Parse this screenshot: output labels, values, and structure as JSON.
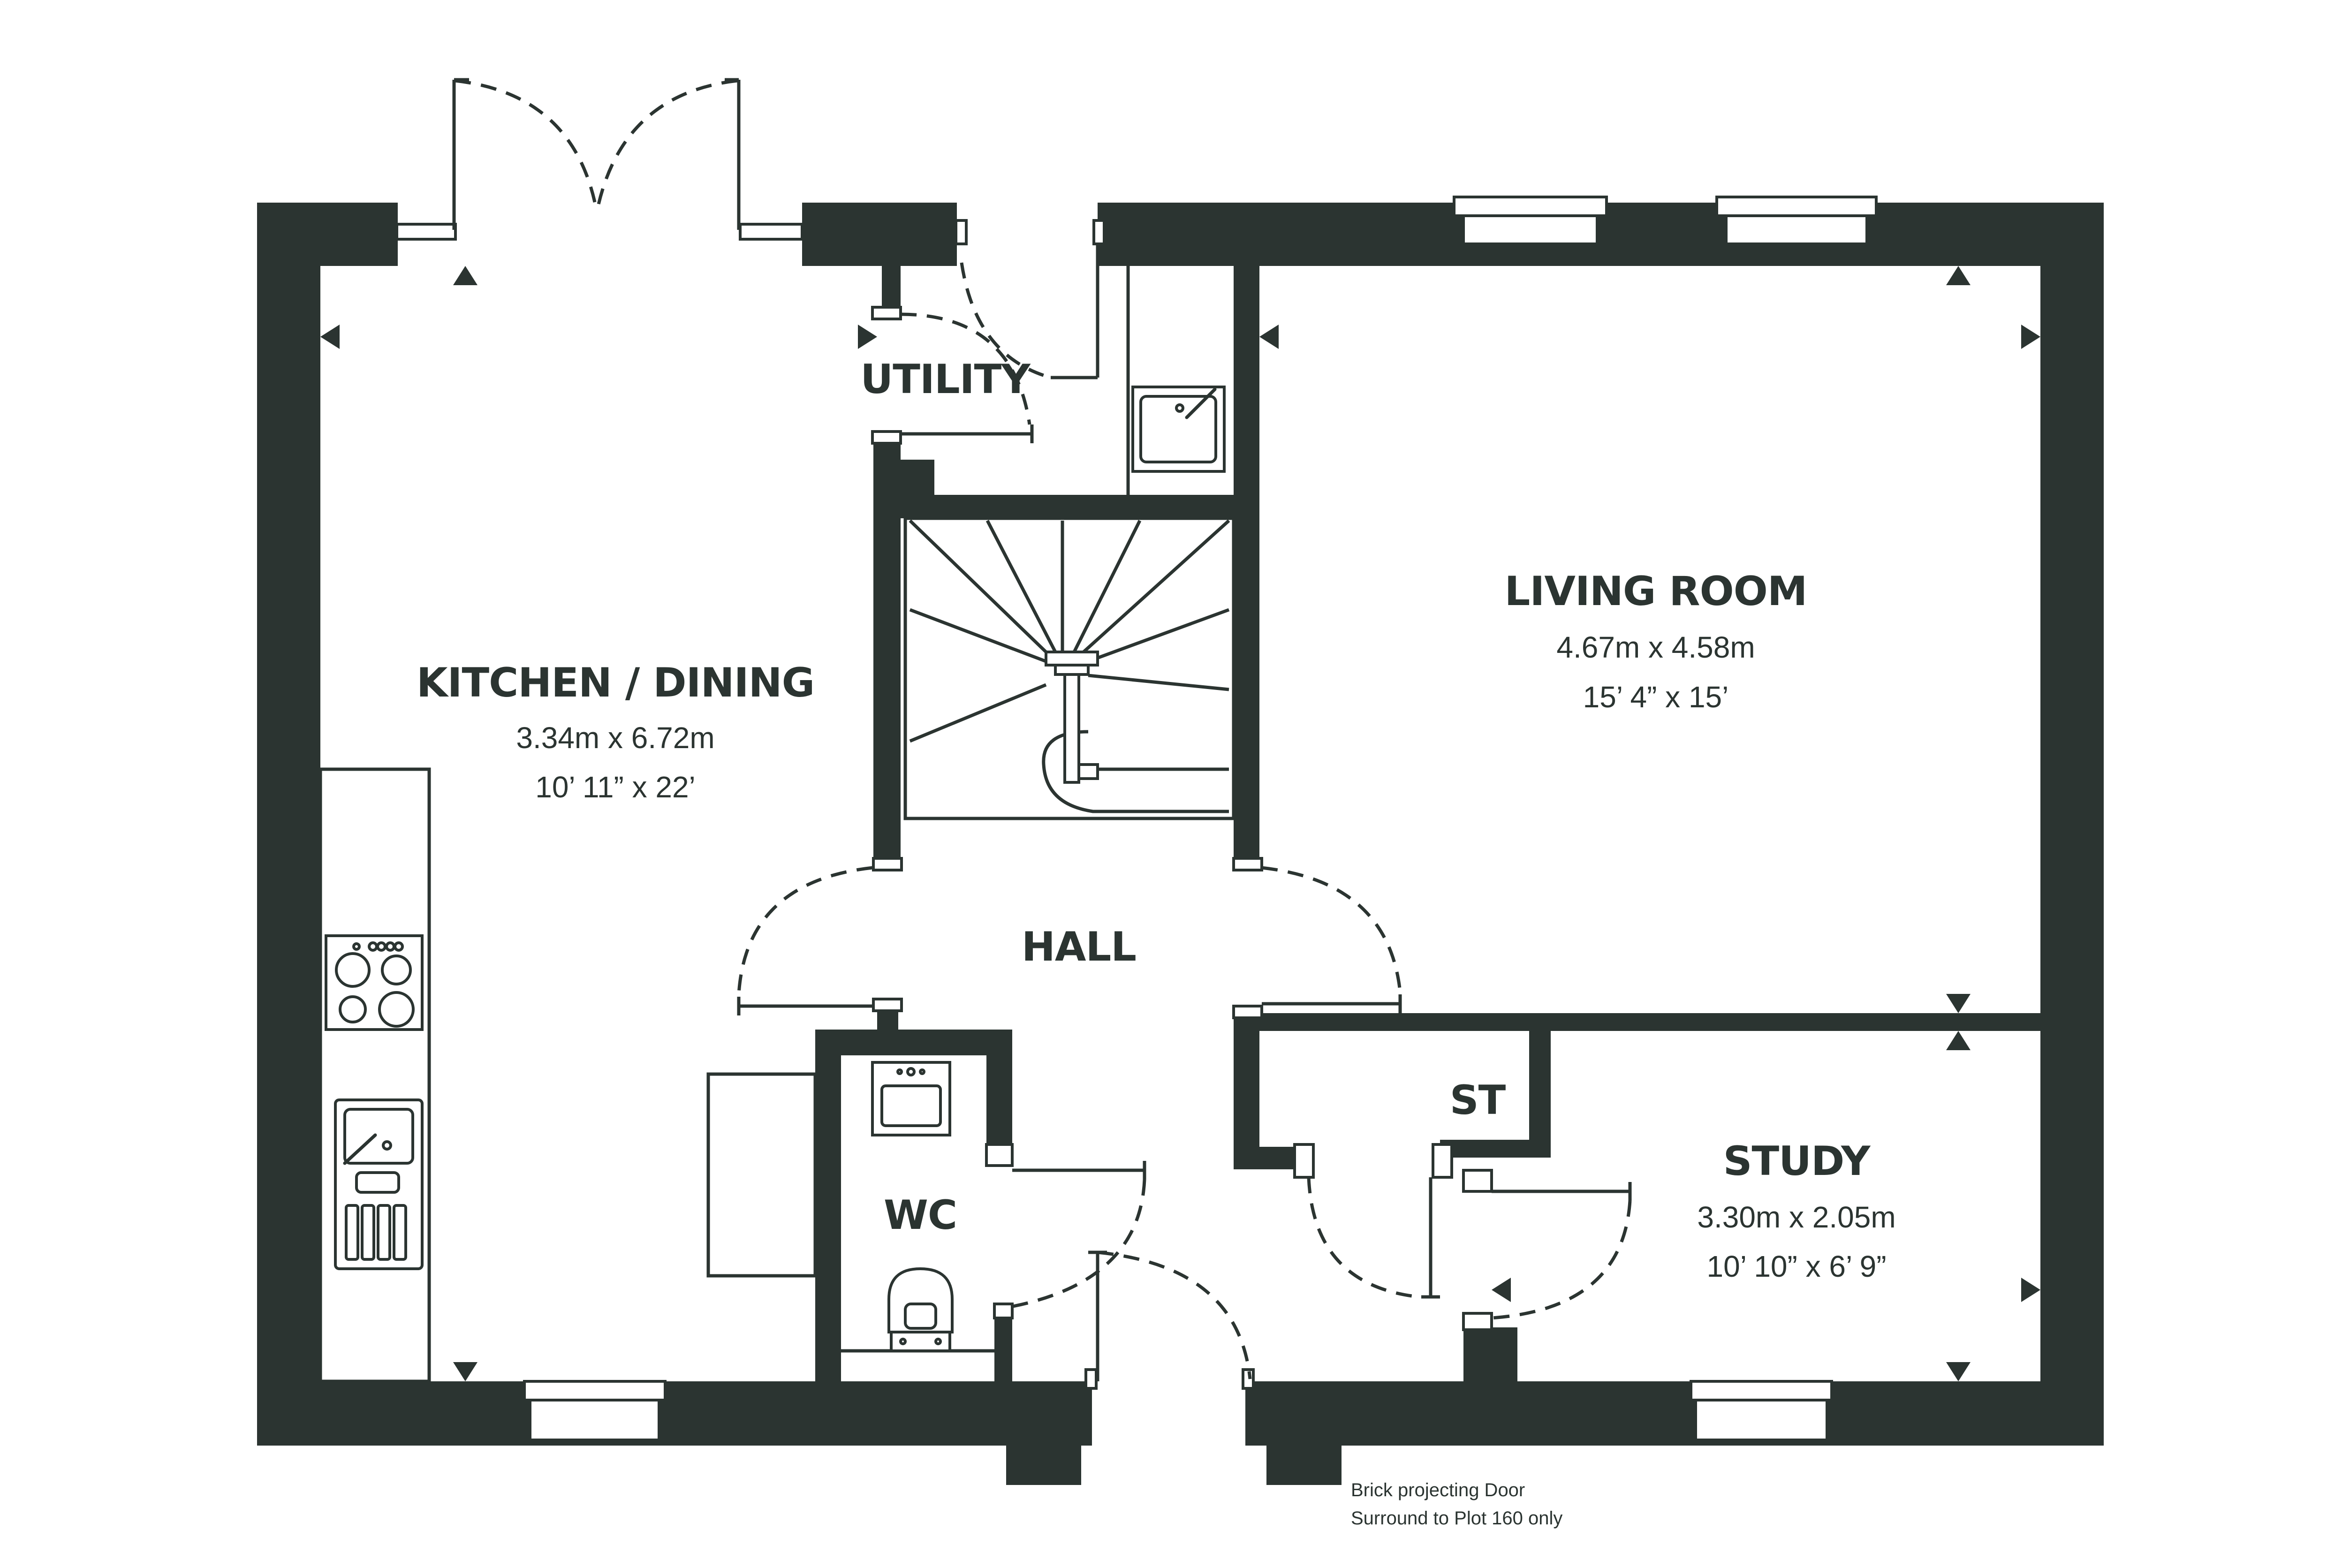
{
  "rooms": {
    "kitchen": {
      "name": "KITCHEN / DINING",
      "metric": "3.34m x 6.72m",
      "imperial": "10’ 11” x 22’"
    },
    "utility": {
      "name": "UTILITY"
    },
    "living": {
      "name": "LIVING ROOM",
      "metric": "4.67m x 4.58m",
      "imperial": "15’ 4” x 15’"
    },
    "hall": {
      "name": "HALL"
    },
    "wc": {
      "name": "WC"
    },
    "st": {
      "name": "ST"
    },
    "study": {
      "name": "STUDY",
      "metric": "3.30m x 2.05m",
      "imperial": "10’ 10” x 6’ 9”"
    }
  },
  "note": {
    "line1": "Brick projecting Door",
    "line2": "Surround to Plot 160 only"
  },
  "colors": {
    "wall": "#2b3431",
    "background": "#ffffff"
  }
}
